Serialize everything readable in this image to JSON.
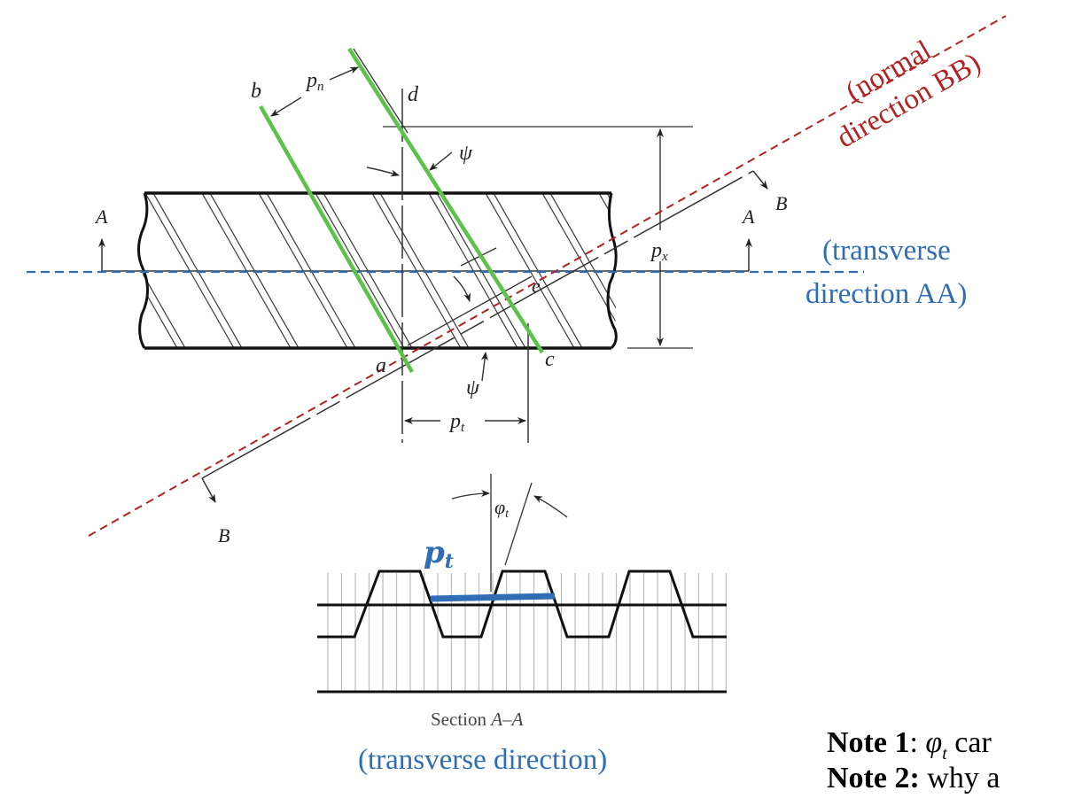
{
  "diagram": {
    "title": "Helical gear pitches: normal, transverse and axial",
    "labels": {
      "b": "b",
      "d": "d",
      "a": "a",
      "c": "c",
      "e": "e",
      "A_left": "A",
      "A_right": "A",
      "B_top": "B",
      "B_bottom": "B",
      "pn": "p",
      "pn_sub": "n",
      "psi_top": "ψ",
      "psi_bottom": "ψ",
      "px": "p",
      "px_sub": "x",
      "pt": "p",
      "pt_sub": "t",
      "phi_t": "φ",
      "phi_t_sub": "t",
      "pt_highlight": "p",
      "pt_highlight_sub": "t"
    },
    "annotations": {
      "normal_line1": "(normal",
      "normal_line2": "direction BB)",
      "transverse_line1": "(transverse",
      "transverse_line2": "direction AA)"
    },
    "section": {
      "caption_prefix": "Section ",
      "caption_ital": "A–A",
      "subtitle": "(transverse direction)"
    },
    "notes": [
      {
        "bold": "Note 1",
        "sep": ": ",
        "math": "φ",
        "math_sub": "t",
        "text": " car"
      },
      {
        "bold": "Note 2:",
        "sep": " ",
        "math": "",
        "math_sub": "",
        "text": "why a"
      }
    ],
    "colors": {
      "green_line": "#5cc24a",
      "blue_accent": "#2f6db5",
      "red_accent": "#b22222",
      "ink": "#222222"
    }
  }
}
